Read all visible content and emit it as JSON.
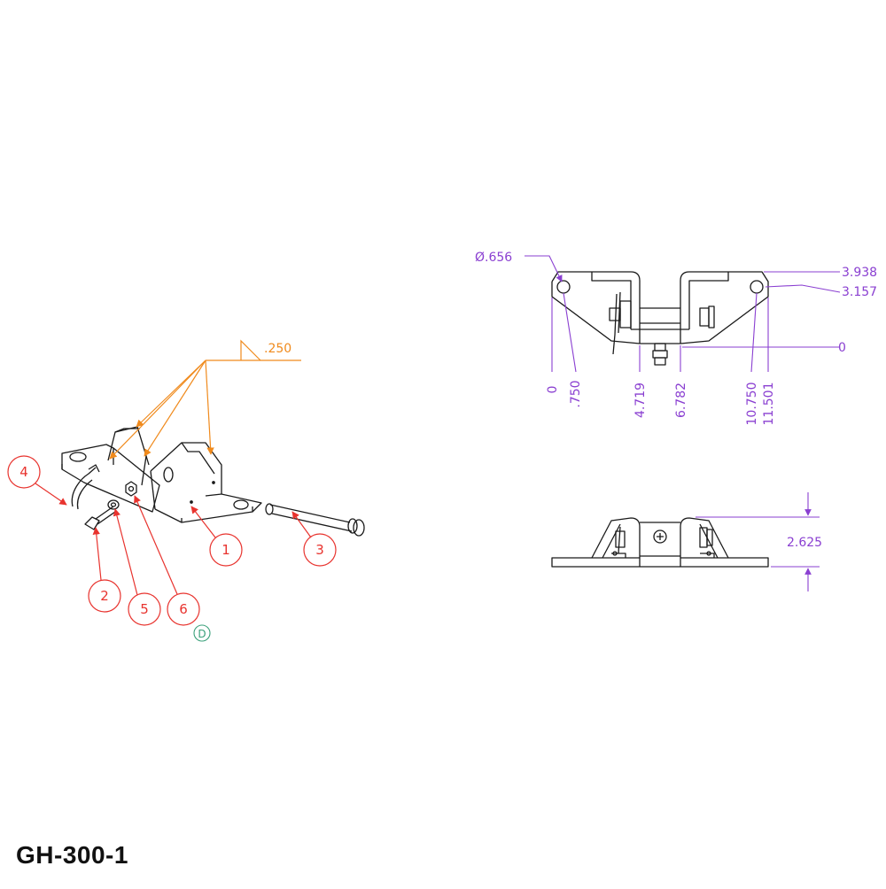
{
  "part_number": "GH-300-1",
  "weld_callout": ".250",
  "balloons": [
    "4",
    "1",
    "3",
    "2",
    "5",
    "6"
  ],
  "revision_marker": "D",
  "top_view": {
    "diameter": "Ø.656",
    "right_dims": [
      "3.938",
      "3.157",
      "0"
    ],
    "bottom_dims": [
      "0",
      ".750",
      "4.719",
      "6.782",
      "10.750",
      "11.501"
    ]
  },
  "front_view": {
    "height_dim": "2.625"
  },
  "colors": {
    "line": "#1a1a1a",
    "balloon": "#e8332e",
    "weld": "#f08a1c",
    "dimension": "#8a3fd1",
    "revision": "#3aa07a"
  }
}
